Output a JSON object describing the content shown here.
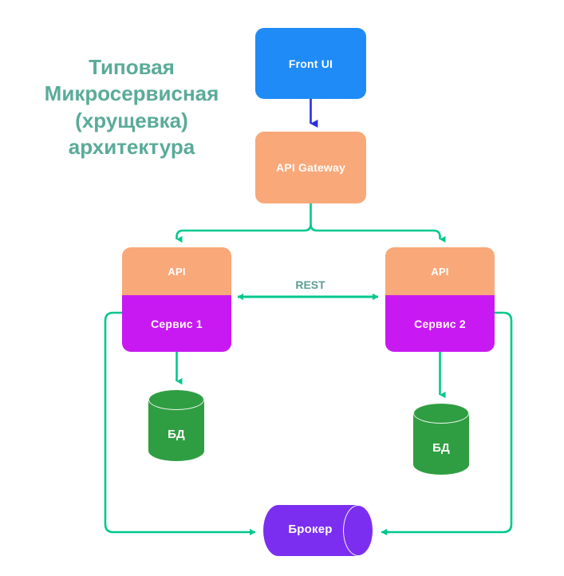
{
  "title": {
    "text": "Типовая\nМикросервисная\n(хрущевка)\nархитектура",
    "color": "#5aab99"
  },
  "palette": {
    "background": "#ffffff",
    "frontend": "#1f8bf7",
    "api": "#f9a879",
    "service": "#c919f2",
    "database": "#2f9e42",
    "broker": "#7b2ef0",
    "edge": "#00c88c",
    "edge_blue": "#2b2be0",
    "title_text": "#5aab99",
    "label_text": "#5c9e93"
  },
  "nodes": {
    "front_ui": {
      "label": "Front UI",
      "shape": "rounded-rect",
      "color": "#1f8bf7"
    },
    "api_gateway": {
      "label": "API Gateway",
      "shape": "rounded-rect",
      "color": "#f9a879"
    },
    "service_1": {
      "api_label": "API",
      "label": "Сервис 1",
      "shape": "rounded-rect",
      "api_color": "#f9a879",
      "color": "#c919f2"
    },
    "service_2": {
      "api_label": "API",
      "label": "Сервис 2",
      "shape": "rounded-rect",
      "api_color": "#f9a879",
      "color": "#c919f2"
    },
    "db_1": {
      "label": "БД",
      "shape": "cylinder",
      "color": "#2f9e42"
    },
    "db_2": {
      "label": "БД",
      "shape": "cylinder",
      "color": "#2f9e42"
    },
    "broker": {
      "label": "Брокер",
      "shape": "cylinder-horizontal",
      "color": "#7b2ef0"
    }
  },
  "edges": {
    "front_to_gateway": {
      "label": "",
      "color": "#2b2be0",
      "direction": "down"
    },
    "gateway_to_service_1": {
      "label": "",
      "color": "#00c88c",
      "direction": "down"
    },
    "gateway_to_service_2": {
      "label": "",
      "color": "#00c88c",
      "direction": "down"
    },
    "service_1_to_service_2": {
      "label": "REST",
      "color": "#00c88c",
      "direction": "both"
    },
    "service_1_to_db_1": {
      "label": "",
      "color": "#00c88c",
      "direction": "down"
    },
    "service_2_to_db_2": {
      "label": "",
      "color": "#00c88c",
      "direction": "down"
    },
    "service_1_to_broker": {
      "label": "",
      "color": "#00c88c",
      "direction": "right"
    },
    "service_2_to_broker": {
      "label": "",
      "color": "#00c88c",
      "direction": "left"
    }
  }
}
